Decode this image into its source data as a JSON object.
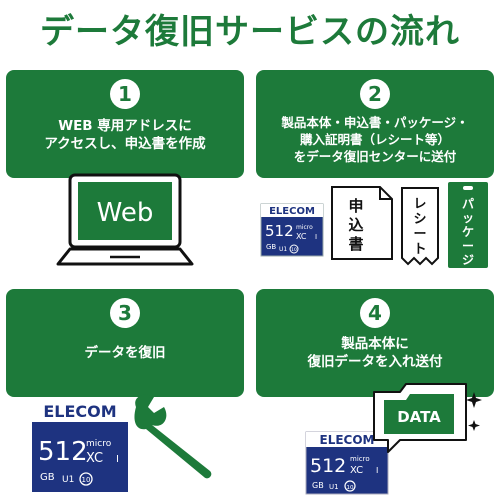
{
  "title": "データ復旧サービスの流れ",
  "steps": [
    {
      "number": "1",
      "lines": [
        "WEB 専用アドレスに",
        "アクセスし、申込書を作成"
      ]
    },
    {
      "number": "2",
      "lines": [
        "製品本体・申込書・パッケージ・",
        "購入証明書（レシート等）",
        "をデータ復旧センターに送付"
      ]
    },
    {
      "number": "3",
      "lines": [
        "データを復旧"
      ]
    },
    {
      "number": "4",
      "lines": [
        "製品本体に",
        "復旧データを入れ送付"
      ]
    }
  ],
  "laptop": {
    "screen_text": "Web"
  },
  "card": {
    "brand": "ELECOM",
    "capacity": "512",
    "unit": "GB",
    "logo": "micro",
    "logo_sub": "XC",
    "class_mark": "I",
    "speed_mark": "U1",
    "class10": "10"
  },
  "documents": {
    "form": "申込書",
    "receipt": "レシート",
    "package": "パッケージ"
  },
  "folder_label": "DATA",
  "icons": [
    "wrench-icon",
    "folder-icon",
    "sparkle-icon",
    "laptop-icon"
  ],
  "colors": {
    "green": "#1d7a3a",
    "card_blue": "#1e3380"
  }
}
